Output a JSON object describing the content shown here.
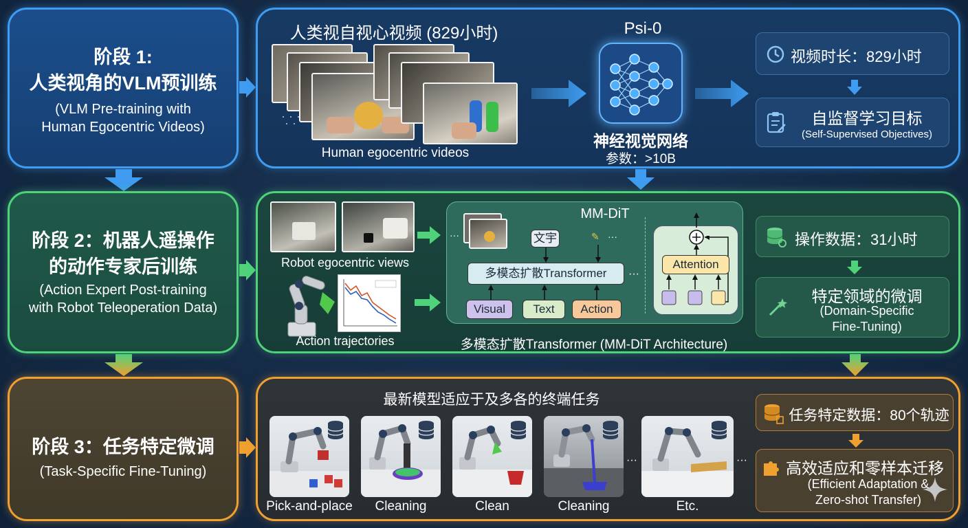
{
  "stage1": {
    "title_line1": "阶段 1:",
    "title_line2": "人类视角的VLM预训练",
    "subtitle_line1": "(VLM Pre-training with",
    "subtitle_line2": "Human Egocentric Videos)"
  },
  "stage1_detail": {
    "videos_heading": "人类视自视心视频 (829小时)",
    "videos_caption": "Human egocentric videos",
    "model_name": "Psi-0",
    "network_label": "神经视觉网络",
    "params_label": "参数：>10B",
    "duration_label": "视频时长：829小时",
    "objective_label": "自监督学习目标",
    "objective_sub": "(Self-Supervised Objectives)"
  },
  "stage2": {
    "title_line1": "阶段 2：机器人遥操作",
    "title_line2": "的动作专家后训练",
    "subtitle_line1": "(Action Expert Post-training",
    "subtitle_line2": "with Robot Teleoperation Data)"
  },
  "stage2_detail": {
    "robot_views_caption": "Robot egocentric views",
    "trajectories_caption": "Action trajectories",
    "mmdit_title": "MM-DiT",
    "text_token": "文宇",
    "ellipsis_small": "···",
    "ellipsis_mid": "···",
    "transformer_label": "多模态扩散Transformer",
    "input_visual": "Visual",
    "input_text": "Text",
    "input_action": "Action",
    "attention_label": "Attention",
    "arch_caption": "多模态扩散Transformer (MM-DiT Architecture)",
    "ops_data_label": "操作数据：31小时",
    "domain_ft_label": "特定领域的微调",
    "domain_ft_sub1": "(Domain-Specific",
    "domain_ft_sub2": "Fine-Tuning)"
  },
  "stage3": {
    "title_line1": "阶段 3：任务特定微调",
    "subtitle_line1": "(Task-Specific Fine-Tuning)"
  },
  "stage3_detail": {
    "tasks_heading": "最新模型适应于及多各的终端任务",
    "tasks": [
      {
        "label": "Pick-and-place"
      },
      {
        "label": "Cleaning"
      },
      {
        "label": "Clean"
      },
      {
        "label": "Cleaning"
      },
      {
        "label": "Etc."
      }
    ],
    "ellipsis_a": "···",
    "ellipsis_b": "···",
    "task_data_label": "任务特定数据：80个轨迹",
    "adapt_label": "高效适应和零样本迁移",
    "adapt_sub1": "(Efficient Adaptation &",
    "adapt_sub2": "Zero-shot Transfer)"
  },
  "colors": {
    "stage1_accent": "#3f9cf0",
    "stage2_accent": "#4fd27a",
    "stage3_accent": "#f0a030"
  }
}
